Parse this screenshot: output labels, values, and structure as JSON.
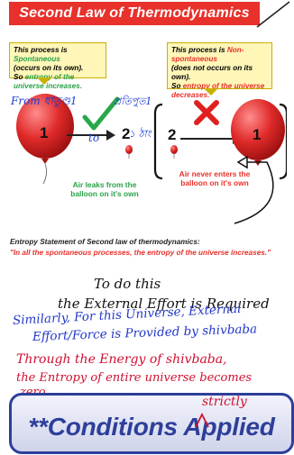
{
  "title": "Second Law of Thermodynamics",
  "spontaneous_note": {
    "line1_prefix": "This process is ",
    "line1_highlight": "Spontaneous",
    "line2": "(occurs on its own).",
    "line3_prefix": "So ",
    "line3_highlight": "entropy of the universe increases."
  },
  "non_spontaneous_note": {
    "line1_prefix": "This process is ",
    "line1_highlight": "Non-spontaneous",
    "line2": "(does not occurs on its own).",
    "line3_prefix": "So ",
    "line3_highlight": "entropy of the universe decreases."
  },
  "left_diagram": {
    "balloon_label": "1",
    "target_label": "2",
    "caption": "Air leaks from the balloon on it's own",
    "hand_from": "From ধাতুণ্ড1",
    "hand_to": "to",
    "hand_marks_top": "প্রতিপুত1",
    "hand_marks_bottom": "১ ঠাং"
  },
  "right_diagram": {
    "source_label": "2",
    "balloon_label": "1",
    "caption": "Air never enters the balloon on it's own"
  },
  "entropy_statement": {
    "heading": "Entropy Statement of Second law of thermodynamics:",
    "quote": "\"In all the spontaneous processes, the entropy of the universe increases.\""
  },
  "handwritten": {
    "line1": "To do this",
    "line2": "the External Effort is Required",
    "line3": "Similarly, For this Universe, External",
    "line4": "Effort/Force is Provided by shivbaba",
    "line5": "Through the Energy of shivbaba,",
    "line6": "the Entropy of entire universe becomes",
    "line7": "zero.",
    "insert": "strictly"
  },
  "conditions": {
    "label": "**Conditions Applied"
  },
  "colors": {
    "title_bg": "#e8312b",
    "note_bg": "#fff6b8",
    "green": "#2aa24a",
    "red": "#e8312b",
    "box_border": "#2d3f9b"
  }
}
